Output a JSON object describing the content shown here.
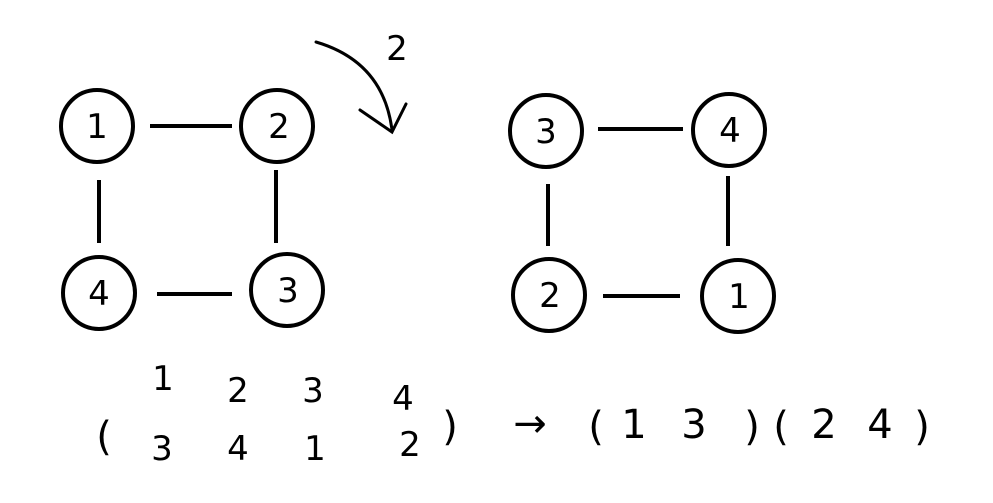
{
  "left_square": {
    "nodes": [
      {
        "id": "tl",
        "label": "1"
      },
      {
        "id": "tr",
        "label": "2"
      },
      {
        "id": "bl",
        "label": "4"
      },
      {
        "id": "br",
        "label": "3"
      }
    ]
  },
  "rotation": {
    "label": "2"
  },
  "right_square": {
    "nodes": [
      {
        "id": "tl",
        "label": "3"
      },
      {
        "id": "tr",
        "label": "4"
      },
      {
        "id": "bl",
        "label": "2"
      },
      {
        "id": "br",
        "label": "1"
      }
    ]
  },
  "permutation": {
    "top_row": [
      "1",
      "2",
      "3",
      "4"
    ],
    "bottom_row": [
      "3",
      "4",
      "1",
      "2"
    ],
    "arrow": "→",
    "cycle_1": [
      "1",
      "3"
    ],
    "cycle_2": [
      "2",
      "4"
    ]
  }
}
